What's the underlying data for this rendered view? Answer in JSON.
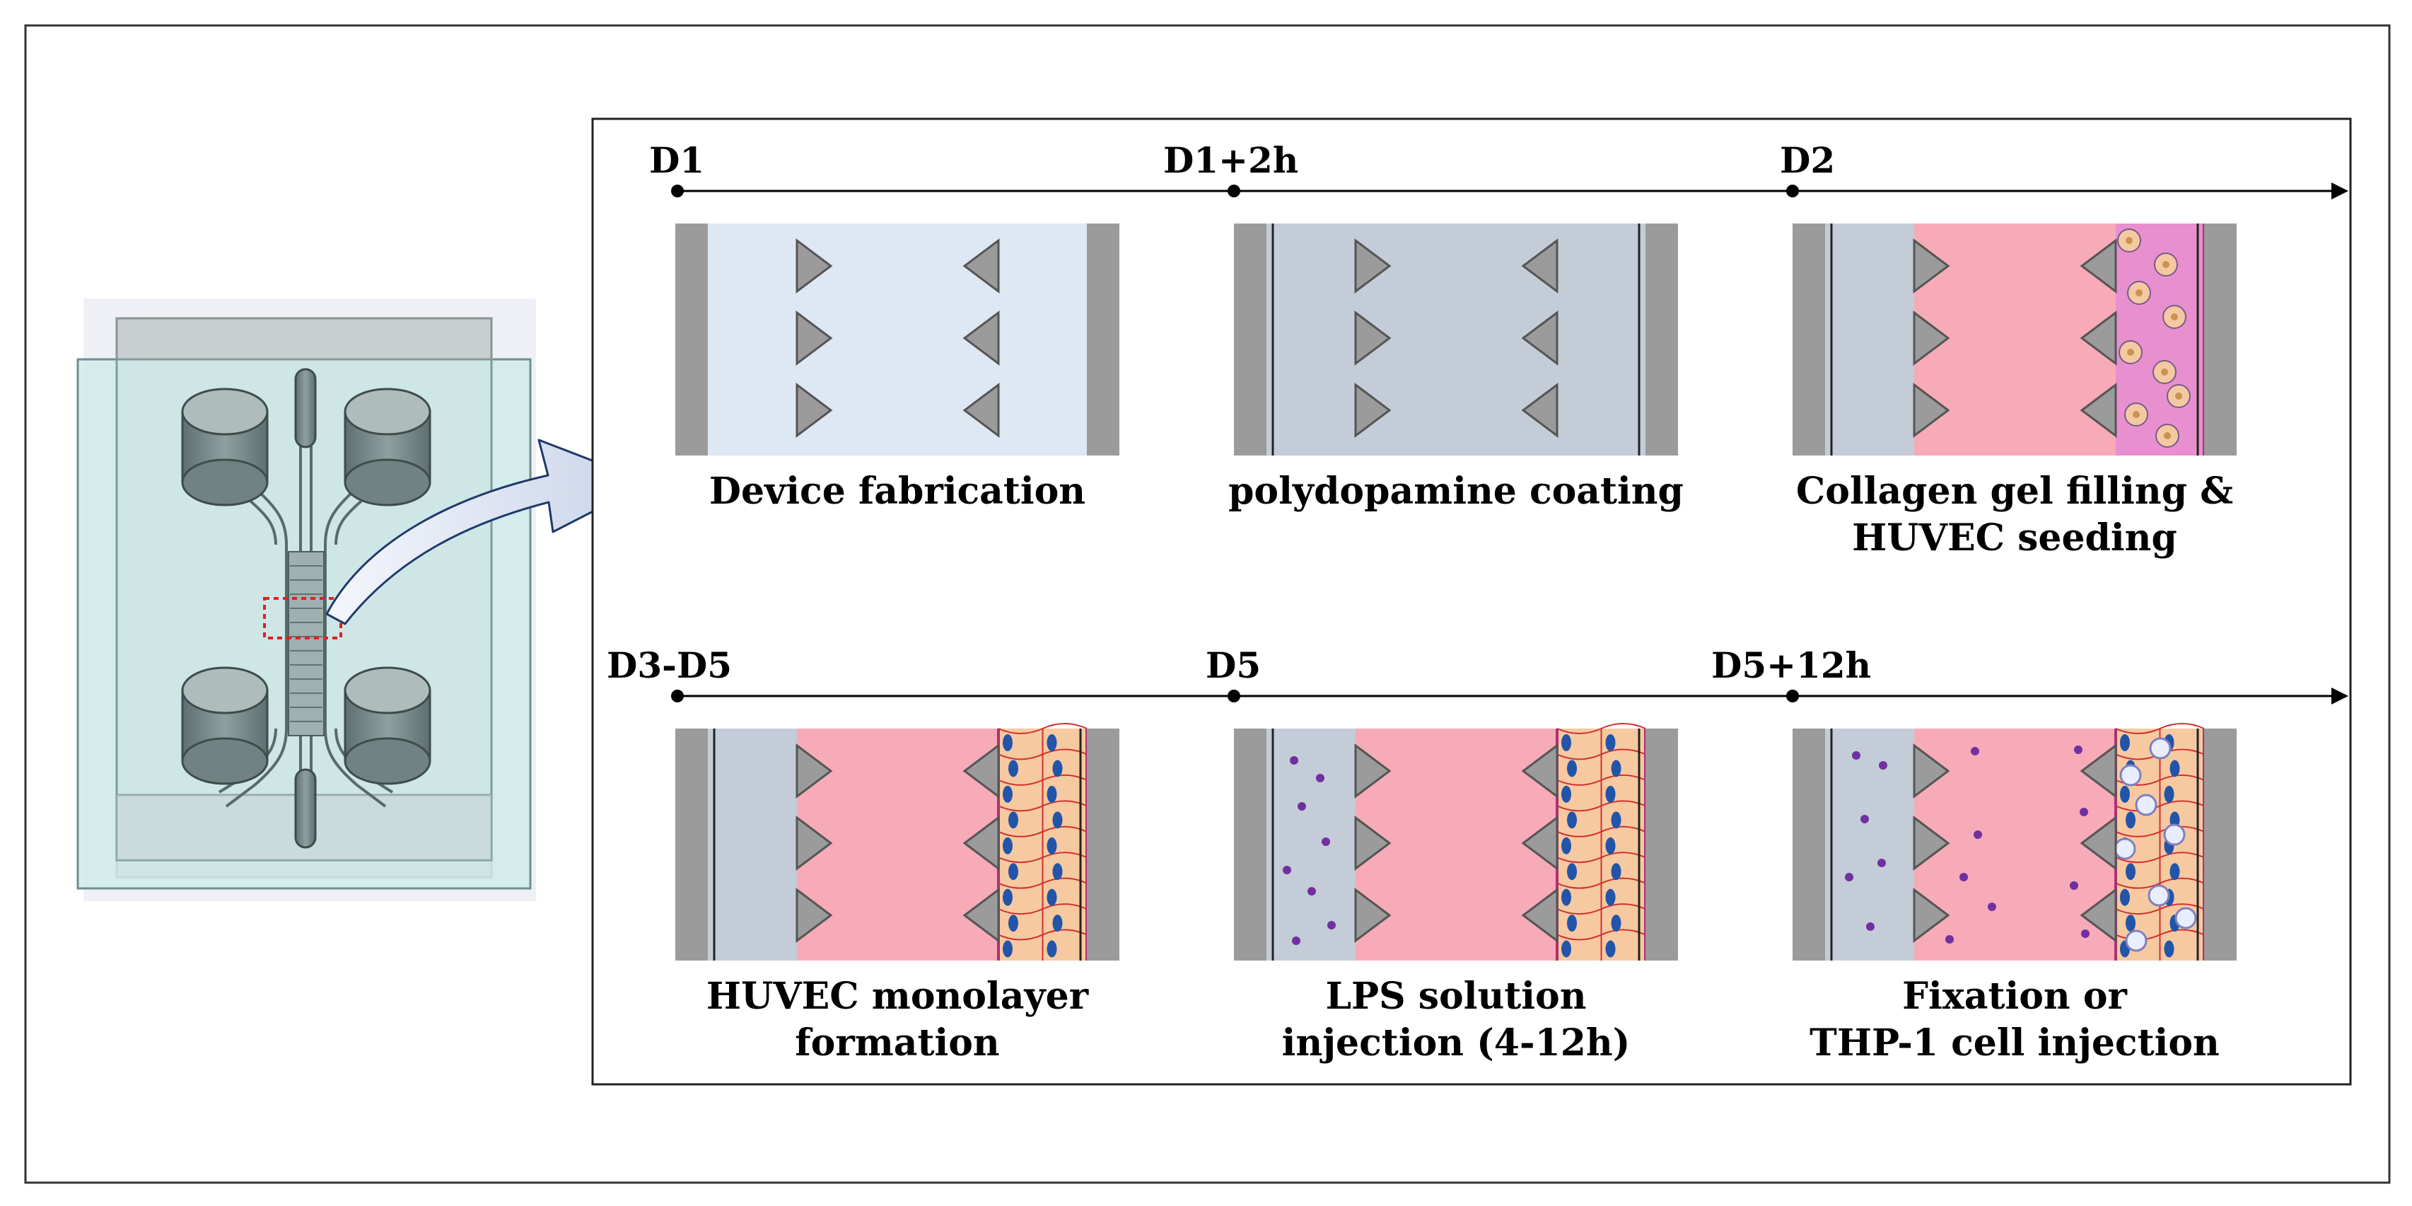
{
  "timeline_rows": [
    {
      "markers": [
        "D1",
        "D1+2h",
        "D2"
      ],
      "steps": [
        {
          "variant": "fabrication",
          "caption": [
            "Device fabrication"
          ]
        },
        {
          "variant": "coating",
          "caption": [
            "polydopamine coating"
          ]
        },
        {
          "variant": "gel_seeding",
          "caption": [
            "Collagen gel filling &",
            "HUVEC seeding"
          ]
        }
      ]
    },
    {
      "markers": [
        "D3-D5",
        "D5",
        "D5+12h"
      ],
      "steps": [
        {
          "variant": "monolayer",
          "caption": [
            "HUVEC monolayer",
            "formation"
          ]
        },
        {
          "variant": "lps",
          "caption": [
            "LPS solution",
            "injection (4-12h)"
          ]
        },
        {
          "variant": "thp1",
          "caption": [
            "Fixation or",
            "THP-1 cell injection"
          ]
        }
      ]
    }
  ],
  "colors": {
    "wall": "#9b9b9b",
    "fabrication_bg": "#dde8f3",
    "medium": "#c4ccd8",
    "gel": "#f7aab8",
    "seeded_channel": "#e890cf",
    "seed_cell": "#f4c9a2",
    "seed_nucleus": "#c8944e",
    "endothelium": "#f7c9a0",
    "endothelium_lines": "#d03030",
    "nucleus": "#2255aa",
    "membrane": "#b0306e",
    "lps_dot": "#7030a0",
    "thp1_cell": "#e8eeff",
    "device_body": "#cfeaea",
    "arrow_fill": "#e4eaf6"
  }
}
